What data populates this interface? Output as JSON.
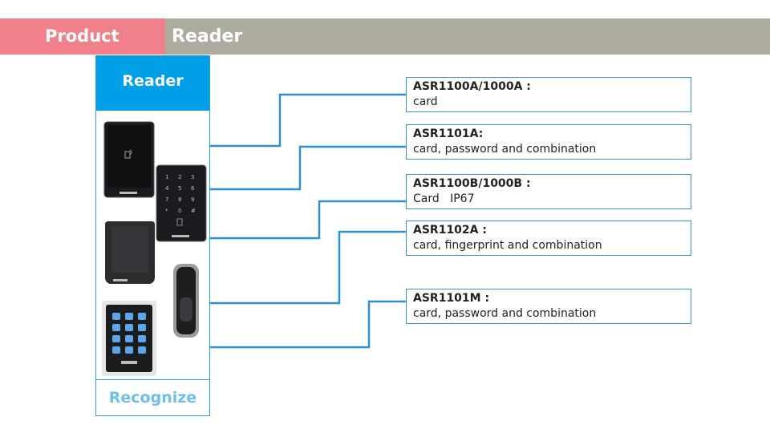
{
  "header": {
    "product_label": "Product",
    "section_label": "Reader",
    "colors": {
      "product_bg": "#f0808a",
      "section_bg": "#acab9e"
    }
  },
  "panel": {
    "title": "Reader",
    "footer": "Recognize",
    "colors": {
      "accent": "#009fe8",
      "footer_text": "#6cc0ea"
    }
  },
  "readers": [
    {
      "model": "ASR1100A/1000A :",
      "desc": "card"
    },
    {
      "model": "ASR1101A:",
      "desc": "card, password and combination"
    },
    {
      "model": "ASR1100B/1000B :",
      "desc": "Card   IP67"
    },
    {
      "model": "ASR1102A :",
      "desc": "card, fingerprint and combination"
    },
    {
      "model": "ASR1101M :",
      "desc": "card, password and combination"
    }
  ],
  "connector_color": "#2f8fd0"
}
